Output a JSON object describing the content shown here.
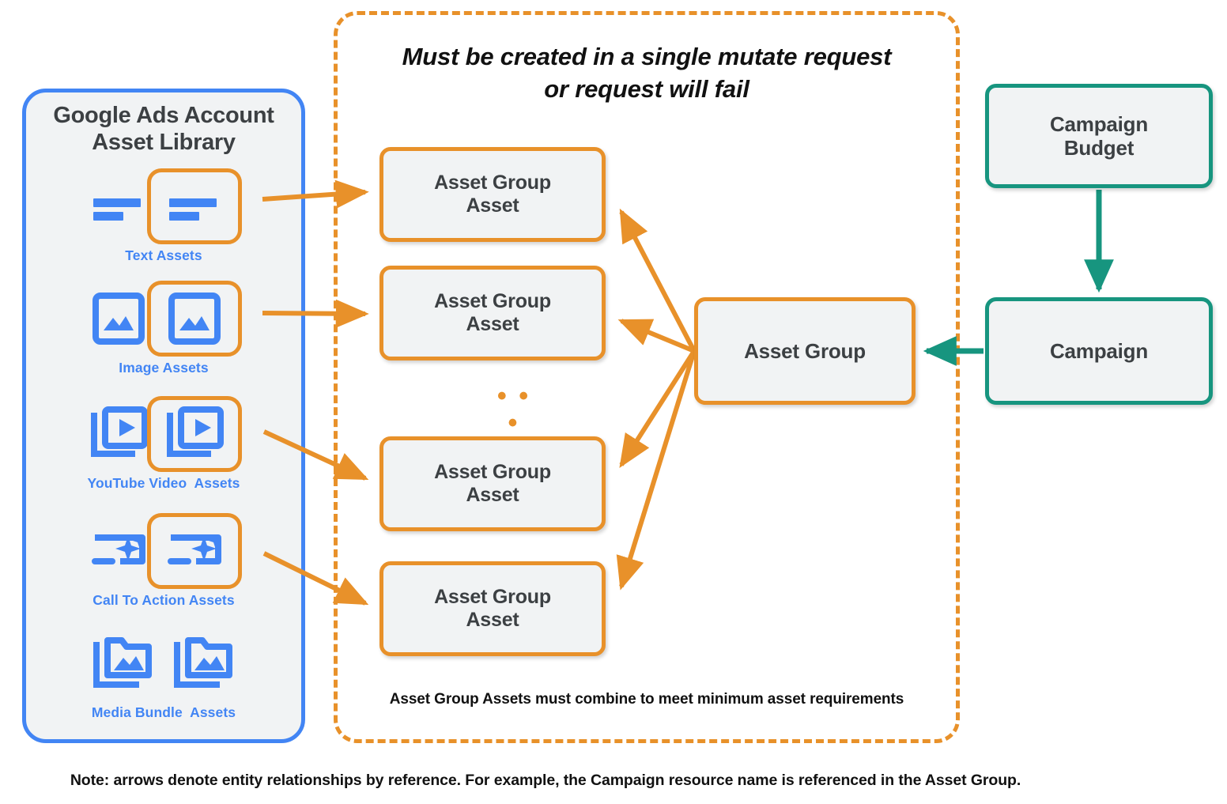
{
  "sidebar": {
    "title": "Google Ads Account\nAsset Library",
    "border_color": "#4285F4",
    "items": [
      {
        "label": "Text Assets",
        "icon": "text-asset-icon"
      },
      {
        "label": "Image Assets",
        "icon": "image-asset-icon"
      },
      {
        "label": "YouTube Video  Assets",
        "icon": "youtube-video-asset-icon"
      },
      {
        "label": "Call To Action Assets",
        "icon": "call-to-action-asset-icon"
      },
      {
        "label": "Media Bundle  Assets",
        "icon": "media-bundle-asset-icon"
      }
    ]
  },
  "mutate_container": {
    "heading": "Must be created in a single mutate request\nor request will fail",
    "footnote": "Asset Group Assets must combine to meet minimum asset requirements",
    "ellipsis": "• • •",
    "border_color": "#E8912A",
    "border_style": "dashed"
  },
  "nodes": {
    "asset_group_assets": [
      {
        "label": "Asset Group\nAsset"
      },
      {
        "label": "Asset Group\nAsset"
      },
      {
        "label": "Asset Group\nAsset"
      },
      {
        "label": "Asset Group\nAsset"
      }
    ],
    "asset_group": {
      "label": "Asset Group",
      "color": "#E8912A"
    },
    "campaign_budget": {
      "label": "Campaign\nBudget",
      "color": "#17957F"
    },
    "campaign": {
      "label": "Campaign",
      "color": "#17957F"
    }
  },
  "footer": {
    "note": "Note: arrows denote entity relationships by reference. For example, the Campaign resource name is referenced in the Asset Group."
  },
  "colors": {
    "google_blue": "#4285F4",
    "orange": "#E8912A",
    "teal": "#17957F",
    "node_fill": "#F1F3F4",
    "text_dark": "#3C4043",
    "page_background": "#FFFFFF"
  }
}
